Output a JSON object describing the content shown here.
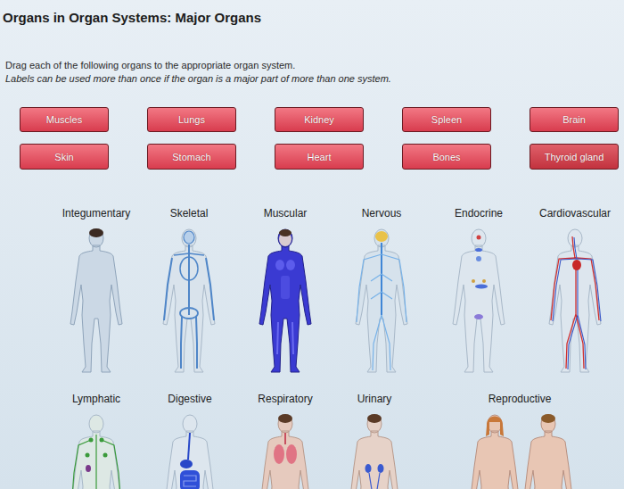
{
  "diagram": {
    "title": "Organs in Organ Systems: Major Organs",
    "nodes": [
      {
        "text": [
          "Muscles"
        ]
      },
      {
        "text": [
          "Lungs"
        ]
      },
      {
        "text": [
          "Kidney"
        ]
      },
      {
        "text": [
          "Spleen"
        ]
      },
      {
        "text": [
          "Brain"
        ]
      },
      {
        "text": [
          "Skin"
        ]
      },
      {
        "text": [
          "Stomach"
        ]
      },
      {
        "text": [
          "Heart"
        ]
      },
      {
        "text": [
          "Bones"
        ]
      },
      {
        "text": [
          "Thyroid gland"
        ]
      }
    ],
    "labels": [
      "Drag each of the following organs to the appropriate organ system.",
      "Labels can be used more than once if the organ is a major part of more than one system.",
      "Integumentary",
      "Skeletal",
      "Muscular",
      "Nervous",
      "Endocrine",
      "Cardiovascular",
      "Lymphatic",
      "Digestive",
      "Respiratory",
      "Urinary",
      "Reproductive"
    ]
  }
}
